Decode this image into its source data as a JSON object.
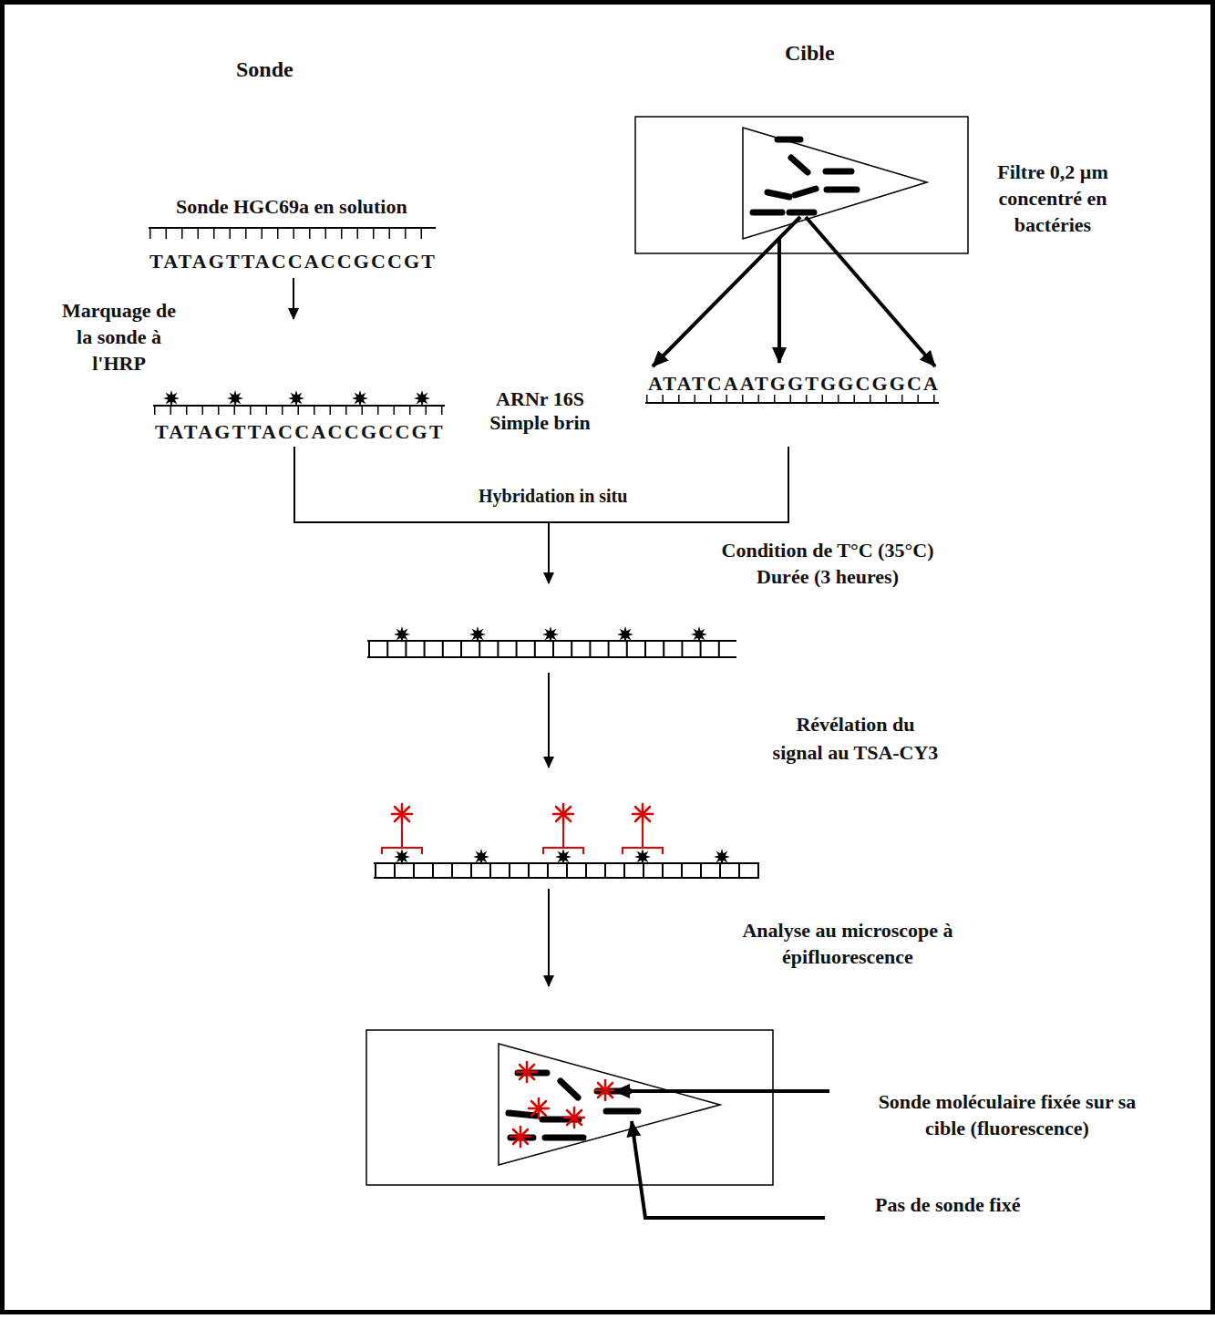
{
  "diagram": {
    "labels": [
      "Sonde",
      "Cible",
      "Filtre 0,2 µm concentré en bactéries",
      "Sonde HGC69a en solution",
      "TATAGTTACCACCGCCGT",
      "Marquage de la sonde à l'HRP",
      "TATAGTTACCACCGCCGT",
      "ARNr 16S Simple brin",
      "ATATCAATGGTGGCGGCA",
      "Hybridation in situ",
      "Condition de T°C (35°C) Durée (3 heures)",
      "Révélation du signal au TSA-CY3",
      "Analyse au microscope à épifluorescence",
      "Sonde moléculaire fixée sur sa cible (fluorescence)",
      "Pas de sonde fixé"
    ]
  }
}
